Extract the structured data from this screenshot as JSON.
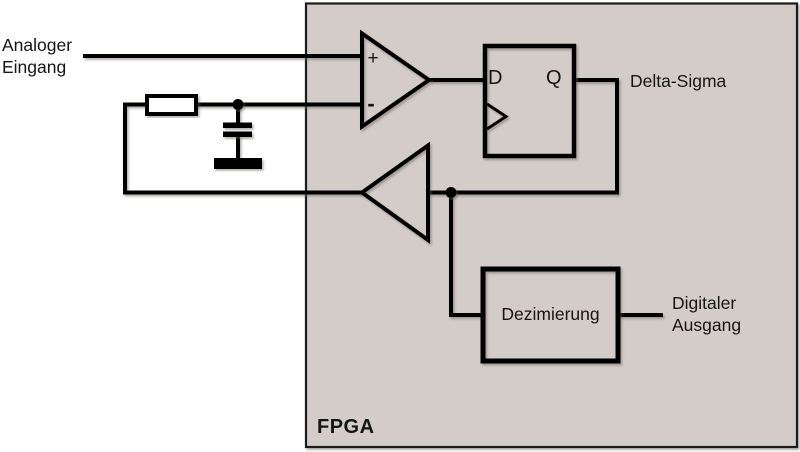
{
  "diagram": {
    "type": "circuit-block-diagram",
    "background_color": "#ffffff",
    "line_color": "#000000",
    "text_color": "#151515",
    "labels": {
      "analog_input": "Analoger Eingang",
      "delta_sigma": "Delta-Sigma",
      "digital_output": "Digitaler Ausgang"
    },
    "fpga": {
      "label": "FPGA",
      "fill": "#d4ccc8"
    },
    "comparator": {
      "plus": "+",
      "minus": "-"
    },
    "flipflop": {
      "d": "D",
      "q": "Q"
    },
    "decimation": {
      "label": "Dezimierung"
    }
  }
}
